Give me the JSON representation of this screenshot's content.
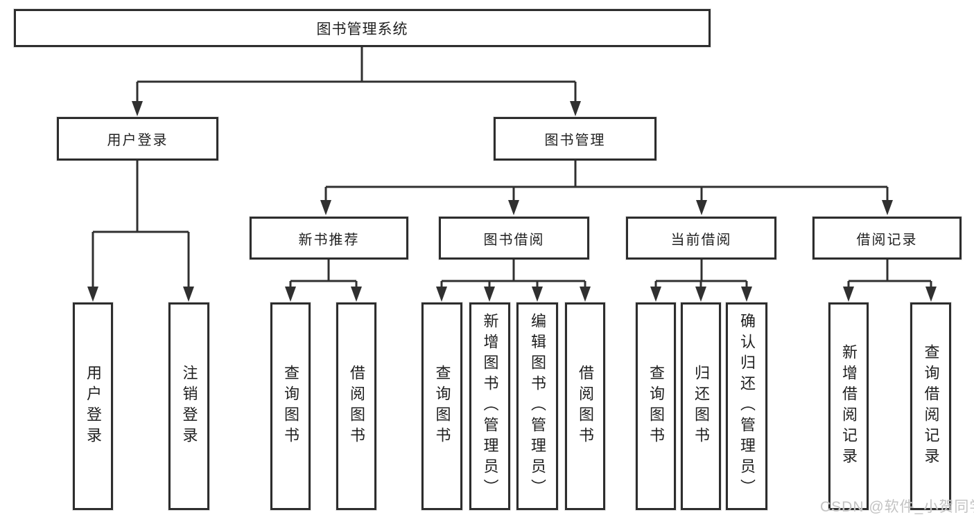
{
  "colors": {
    "background": "#ffffff",
    "line": "#303030",
    "box-border": "#2d2d2d",
    "box-fill": "#ffffff",
    "text": "#1f1f1f",
    "watermark": "#c3c3c3"
  },
  "watermark": {
    "text": "CSDN @软件_小贺同学"
  },
  "tree": {
    "label": "图书管理系统",
    "children": [
      {
        "label": "用户登录",
        "children": [
          {
            "label": "用户登录"
          },
          {
            "label": "注销登录"
          }
        ]
      },
      {
        "label": "图书管理",
        "children": [
          {
            "label": "新书推荐",
            "children": [
              {
                "label": "查询图书"
              },
              {
                "label": "借阅图书"
              }
            ]
          },
          {
            "label": "图书借阅",
            "children": [
              {
                "label": "查询图书"
              },
              {
                "label": "新增图书（管理员）"
              },
              {
                "label": "编辑图书（管理员）"
              },
              {
                "label": "借阅图书"
              }
            ]
          },
          {
            "label": "当前借阅",
            "children": [
              {
                "label": "查询图书"
              },
              {
                "label": "归还图书"
              },
              {
                "label": "确认归还（管理员）"
              }
            ]
          },
          {
            "label": "借阅记录",
            "children": [
              {
                "label": "新增借阅记录"
              },
              {
                "label": "查询借阅记录"
              }
            ]
          }
        ]
      }
    ]
  }
}
